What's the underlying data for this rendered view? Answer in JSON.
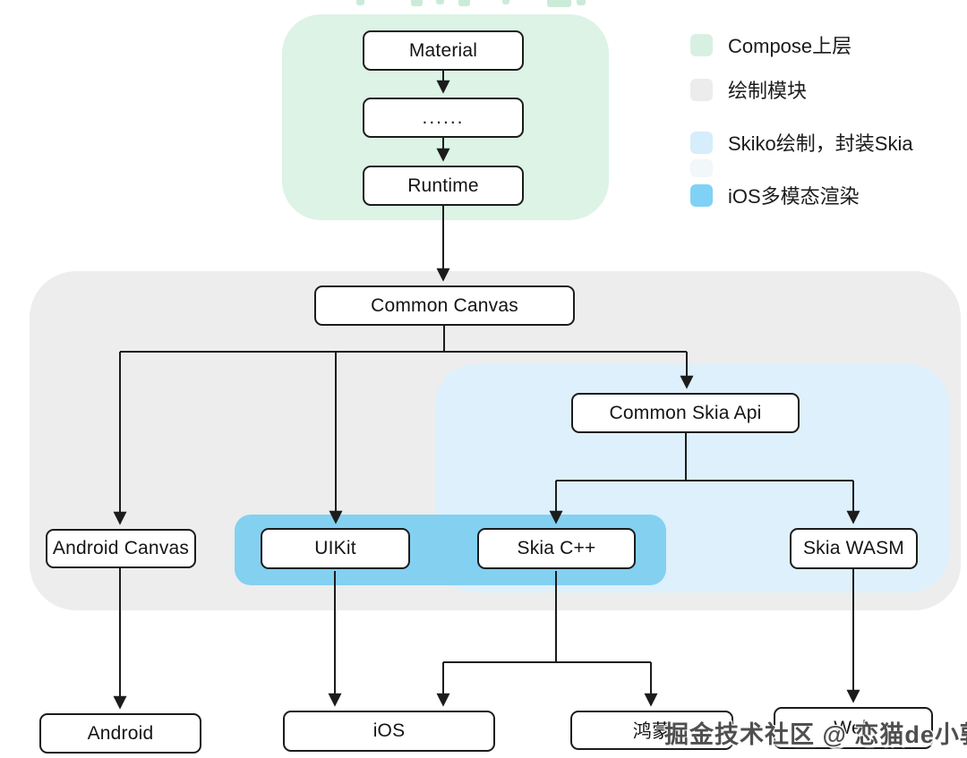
{
  "diagram": {
    "nodes": {
      "material": {
        "label": "Material"
      },
      "dots": {
        "label": "......"
      },
      "runtime": {
        "label": "Runtime"
      },
      "common_canvas": {
        "label": "Common Canvas"
      },
      "common_skia_api": {
        "label": "Common Skia Api"
      },
      "android_canvas": {
        "label": "Android Canvas"
      },
      "uikit": {
        "label": "UIKit"
      },
      "skia_cpp": {
        "label": "Skia C++"
      },
      "skia_wasm": {
        "label": "Skia WASM"
      },
      "android": {
        "label": "Android"
      },
      "ios": {
        "label": "iOS"
      },
      "harmony": {
        "label": "鸿蒙"
      },
      "web": {
        "label": "Web"
      }
    },
    "regions": {
      "compose_upper": {
        "color": "#dcf3e6"
      },
      "draw_module": {
        "color": "#ecedec"
      },
      "skiko": {
        "color": "#ddf0fb"
      },
      "ios_multimodal": {
        "color": "#84d0f1"
      }
    },
    "legend": {
      "items": [
        {
          "label": "Compose上层",
          "color": "#d8f0e2"
        },
        {
          "label": "绘制模块",
          "color": "#ececec"
        },
        {
          "label": "Skiko绘制，封装Skia",
          "color": "#d6edfb"
        },
        {
          "label": "iOS多模态渲染",
          "color": "#7fd2f5"
        }
      ]
    },
    "watermark": "掘金技术社区 @ 恋猫de小郭",
    "colors": {
      "line": "#1c1c1c",
      "box_border": "#1c1c1c",
      "box_fill": "#ffffff",
      "text": "#141414",
      "watermark_text": "#4f4f4f"
    }
  }
}
